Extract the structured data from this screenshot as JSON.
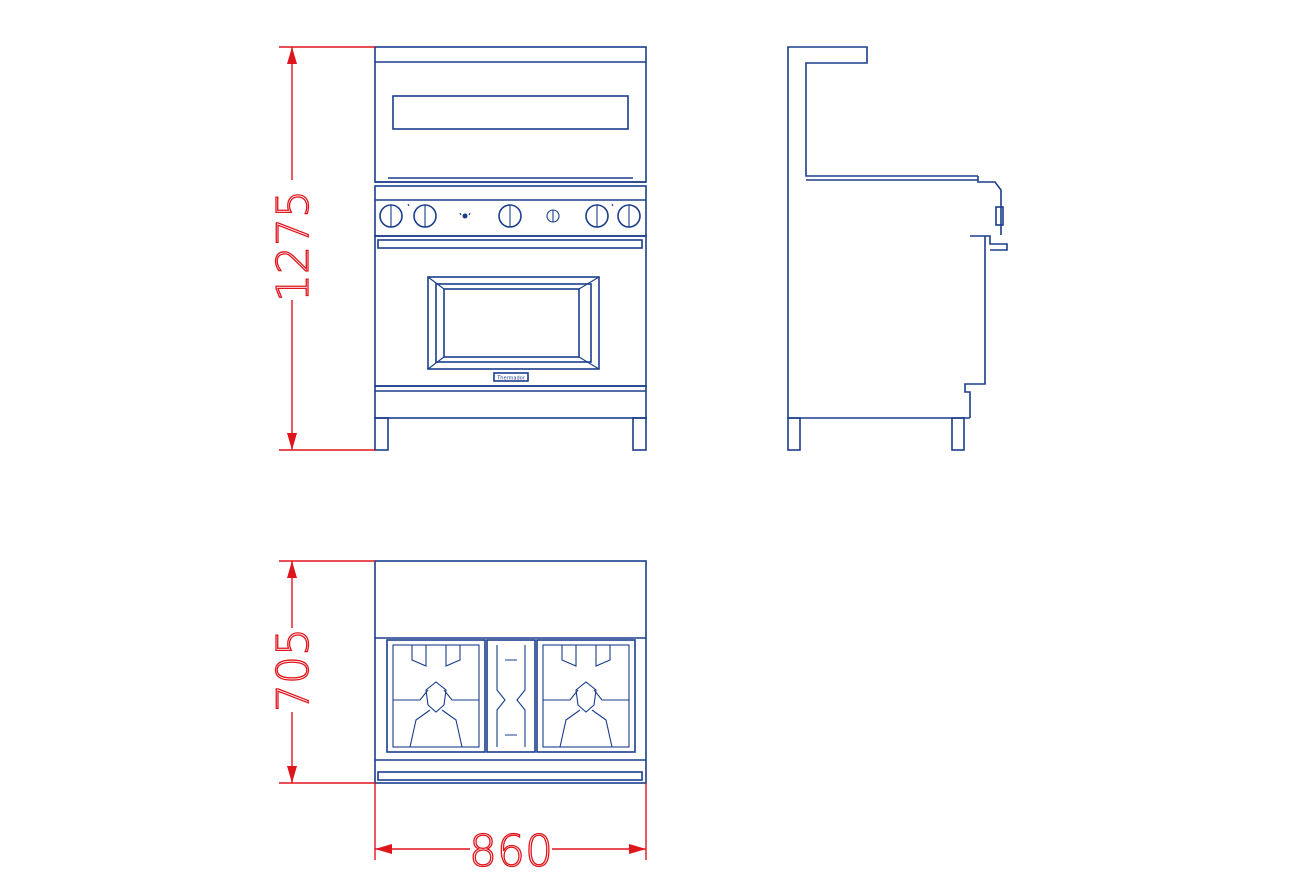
{
  "drawing": {
    "dimensions": {
      "height": "1275",
      "depth": "705",
      "width": "860"
    },
    "brand_plate_text": "Thermador",
    "colors": {
      "outline": "#1a3e8c",
      "dimension": "#e0141b",
      "background": "#ffffff"
    }
  }
}
